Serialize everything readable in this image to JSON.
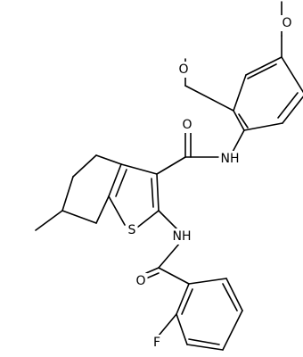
{
  "atoms": {
    "o_methoxy_top": "O",
    "o_methoxy_mid": "O",
    "o_amide_upper": "O",
    "nh_upper": "NH",
    "s_thiophene": "S",
    "nh_lower": "NH",
    "o_amide_lower": "O",
    "f_fluoro": "F"
  },
  "colors": {
    "bond": "#000000",
    "label": "#000000",
    "background": "#ffffff"
  }
}
